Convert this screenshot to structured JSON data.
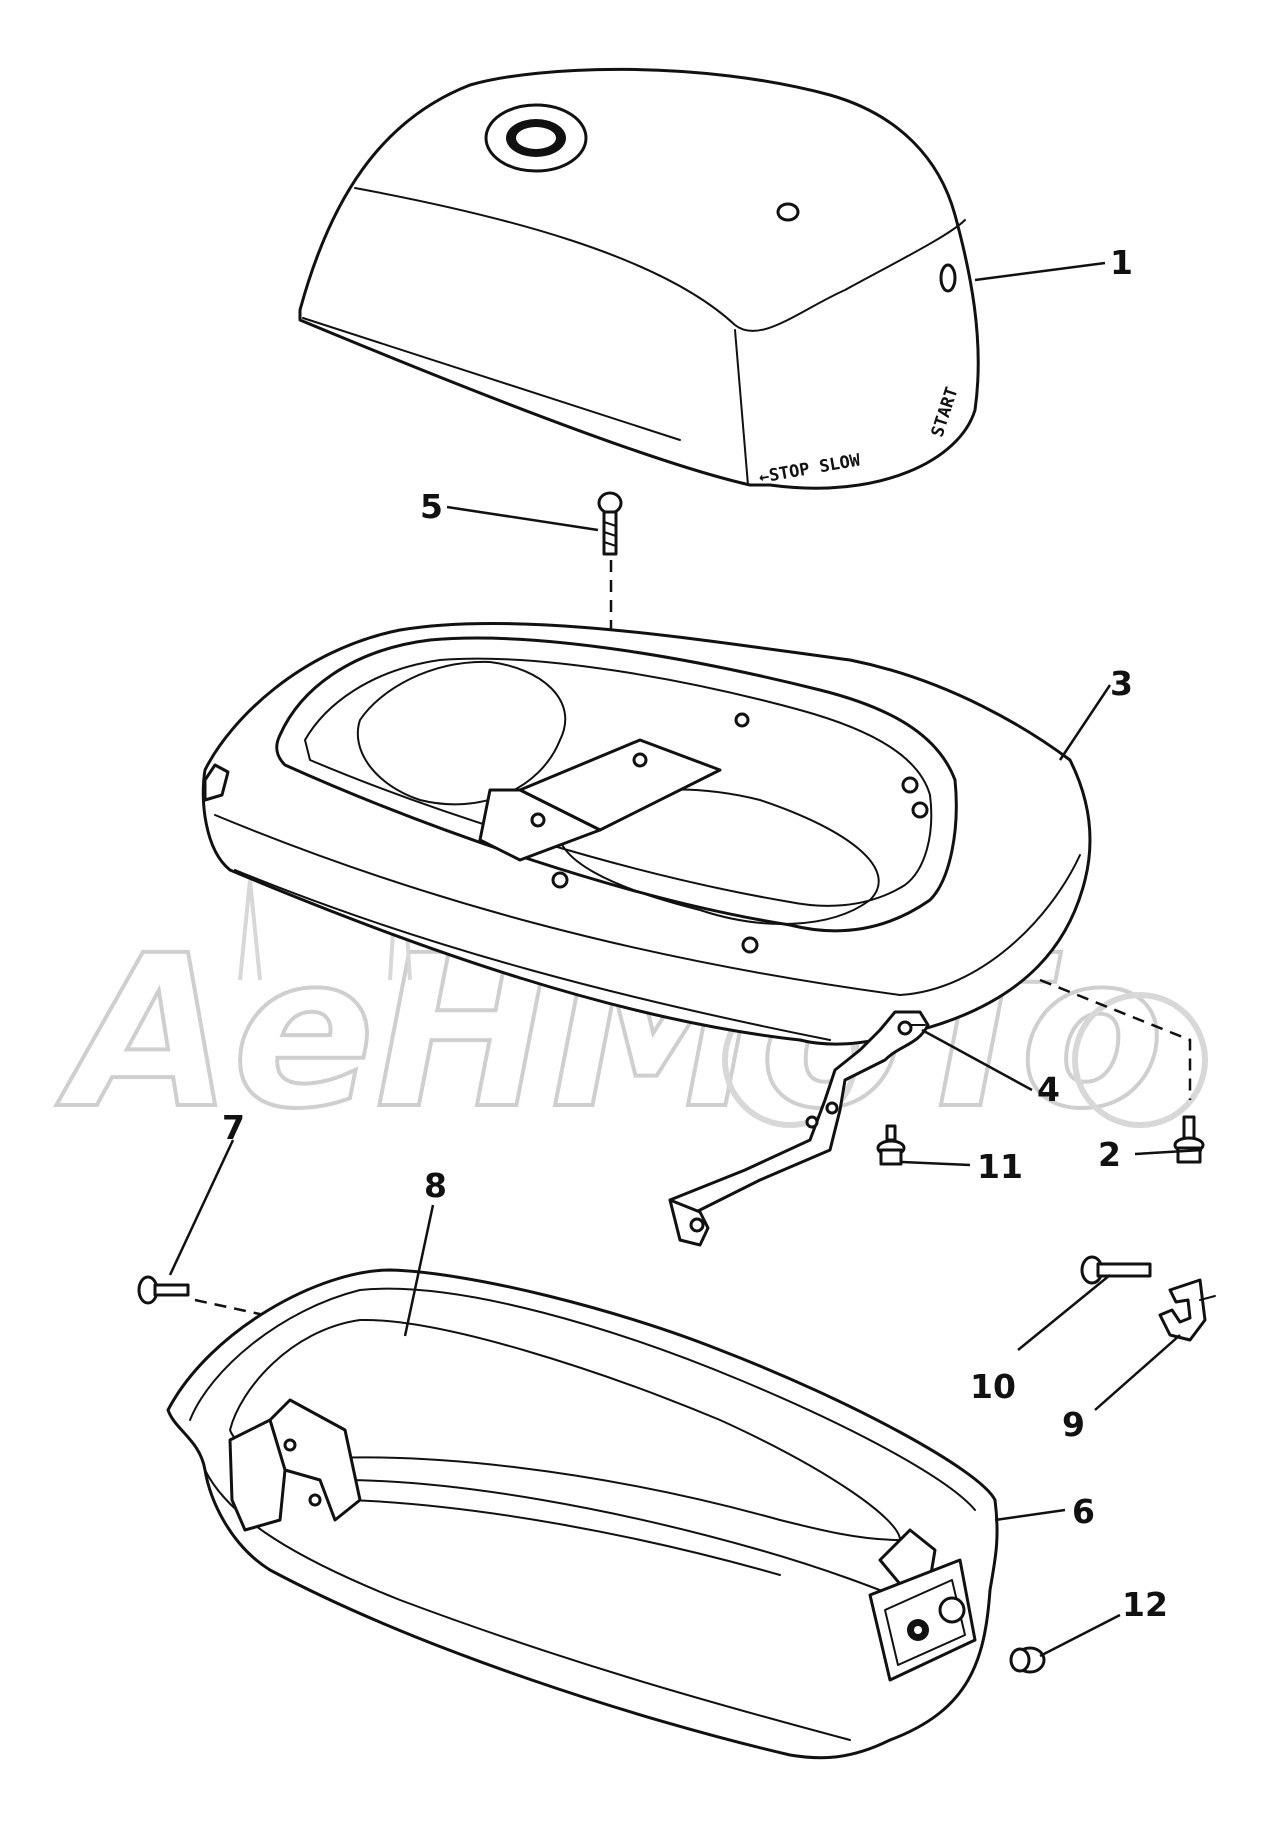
{
  "diagram": {
    "watermark": "AeHMoTo",
    "cover_decal": {
      "line1": "←STOP  SLOW",
      "line2": "START"
    },
    "callouts": {
      "c1": "1",
      "c2": "2",
      "c3": "3",
      "c4": "4",
      "c5": "5",
      "c6": "6",
      "c7": "7",
      "c8": "8",
      "c9": "9",
      "c10": "10",
      "c11": "11",
      "c12": "12"
    }
  }
}
